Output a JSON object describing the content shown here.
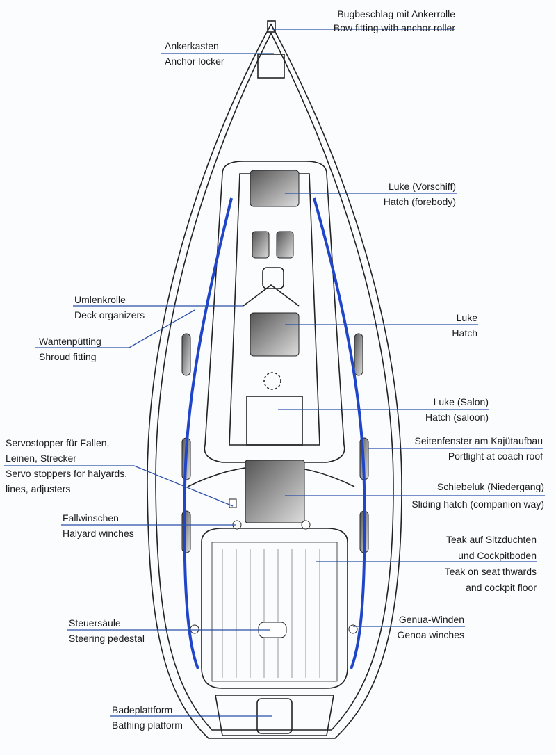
{
  "colors": {
    "leader": "#2a4fa8",
    "rail": "#1f45c8",
    "hull": "#222222"
  },
  "labels": {
    "bow_fitting": {
      "de": "Bugbeschlag mit Ankerrolle",
      "en": "Bow fitting with anchor roller"
    },
    "anchor_locker": {
      "de": "Ankerkasten",
      "en": "Anchor locker"
    },
    "hatch_forebody": {
      "de": "Luke (Vorschiff)",
      "en": "Hatch (forebody)"
    },
    "deck_organizers": {
      "de": "Umlenkrolle",
      "en": "Deck organizers"
    },
    "shroud_fitting": {
      "de": "Wantenpütting",
      "en": "Shroud fitting"
    },
    "hatch": {
      "de": "Luke",
      "en": "Hatch"
    },
    "hatch_saloon": {
      "de": "Luke (Salon)",
      "en": "Hatch (saloon)"
    },
    "portlight": {
      "de": "Seitenfenster am Kajütaufbau",
      "en": "Portlight at coach roof"
    },
    "servo_stoppers": {
      "de1": "Servostopper für Fallen,",
      "de2": "Leinen, Strecker",
      "en1": "Servo stoppers for halyards,",
      "en2": "lines, adjusters"
    },
    "sliding_hatch": {
      "de": "Schiebeluk (Niedergang)",
      "en": "Sliding hatch (companion way)"
    },
    "halyard_winches": {
      "de": "Fallwinschen",
      "en": "Halyard winches"
    },
    "teak": {
      "de1": "Teak auf Sitzduchten",
      "de2": "und Cockpitboden",
      "en1": "Teak on seat thwards",
      "en2": "and cockpit floor"
    },
    "steering_pedestal": {
      "de": "Steuersäule",
      "en": "Steering pedestal"
    },
    "genoa_winches": {
      "de": "Genua-Winden",
      "en": "Genoa winches"
    },
    "bathing_platform": {
      "de": "Badeplattform",
      "en": "Bathing platform"
    }
  }
}
